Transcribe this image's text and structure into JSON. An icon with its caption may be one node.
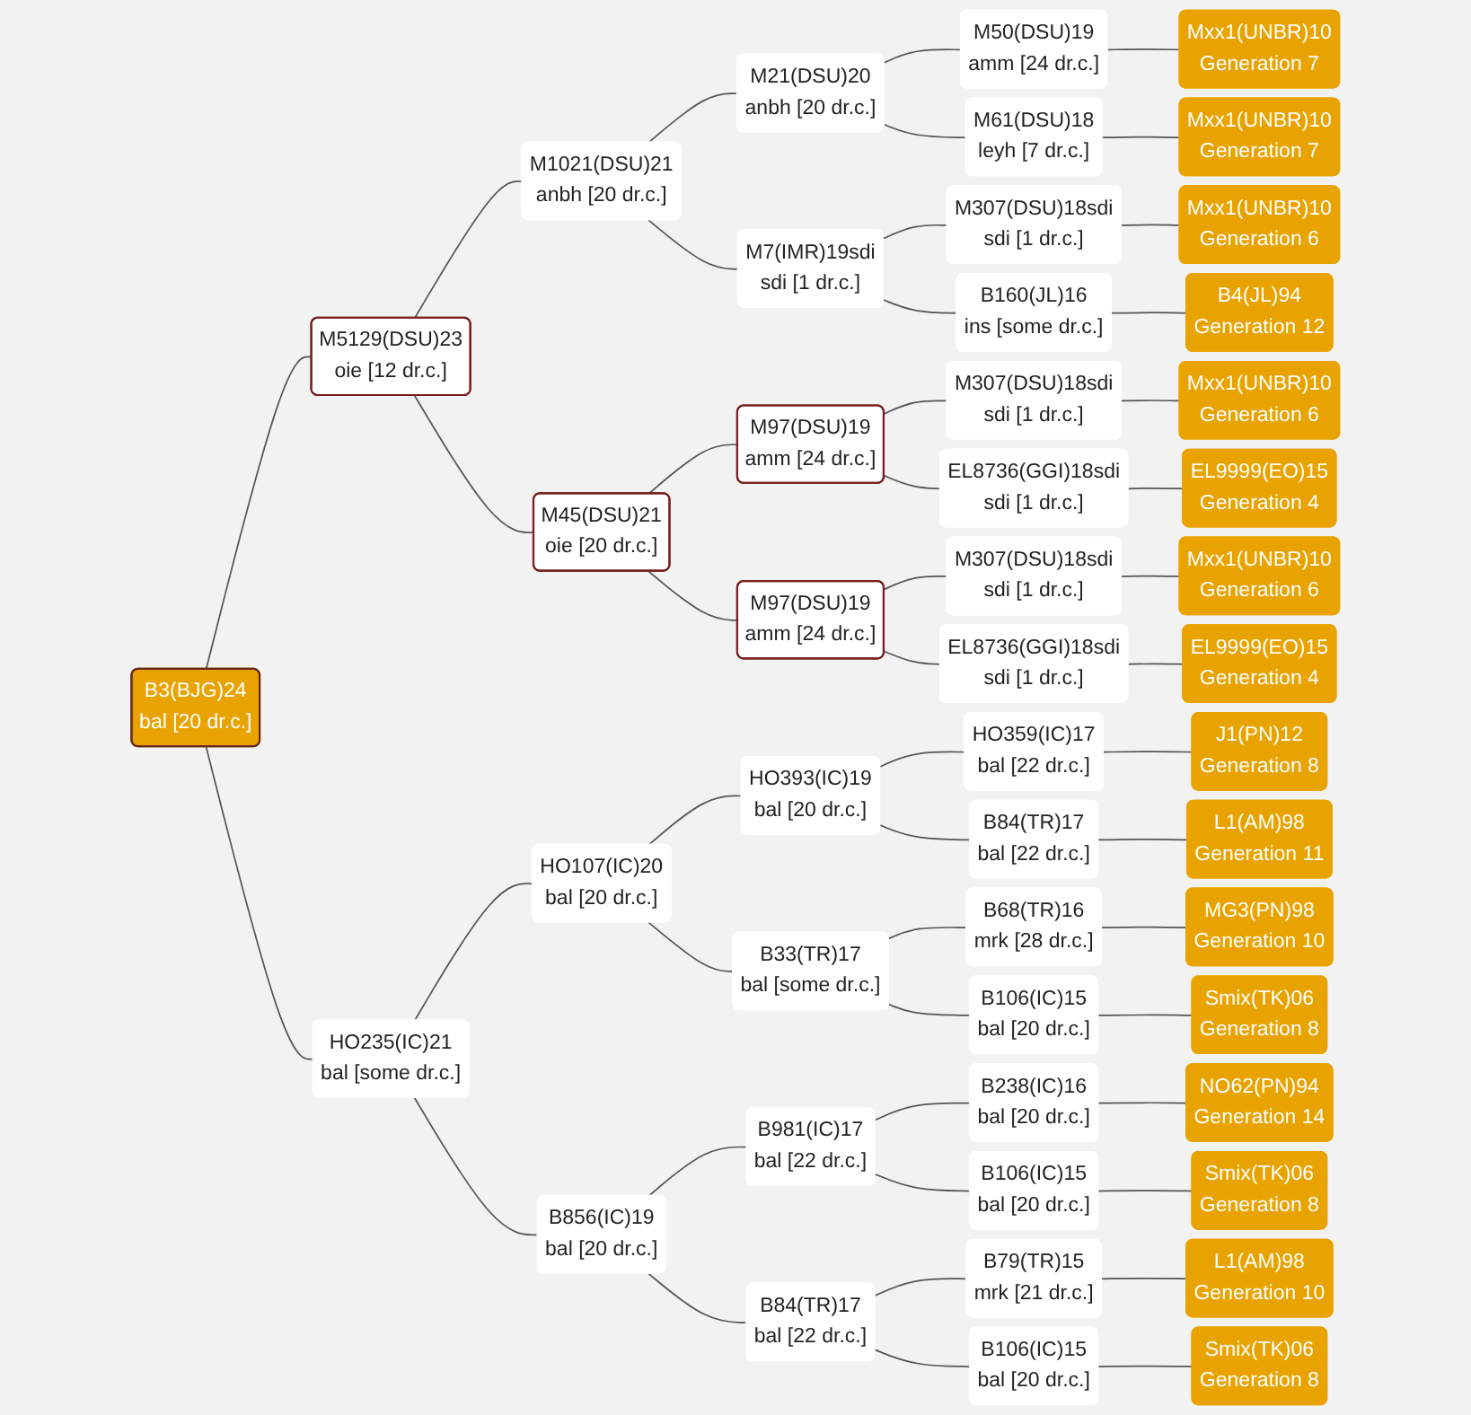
{
  "diagram": {
    "nodes": [
      {
        "text": [
          "B3(BJG)24",
          "bal [20 dr.c.]"
        ]
      },
      {
        "text": [
          "M5129(DSU)23",
          "oie [12 dr.c.]"
        ]
      },
      {
        "text": [
          "M1021(DSU)21",
          "anbh [20 dr.c.]"
        ]
      },
      {
        "text": [
          "M21(DSU)20",
          "anbh [20 dr.c.]"
        ]
      },
      {
        "text": [
          "M50(DSU)19",
          "amm [24 dr.c.]"
        ]
      },
      {
        "text": [
          "Mxx1(UNBR)10",
          "Generation 7"
        ]
      },
      {
        "text": [
          "M61(DSU)18",
          "leyh [7 dr.c.]"
        ]
      },
      {
        "text": [
          "Mxx1(UNBR)10",
          "Generation 7"
        ]
      },
      {
        "text": [
          "M7(IMR)19sdi",
          "sdi [1 dr.c.]"
        ]
      },
      {
        "text": [
          "M307(DSU)18sdi",
          "sdi [1 dr.c.]"
        ]
      },
      {
        "text": [
          "Mxx1(UNBR)10",
          "Generation 6"
        ]
      },
      {
        "text": [
          "B160(JL)16",
          "ins [some dr.c.]"
        ]
      },
      {
        "text": [
          "B4(JL)94",
          "Generation 12"
        ]
      },
      {
        "text": [
          "M45(DSU)21",
          "oie [20 dr.c.]"
        ]
      },
      {
        "text": [
          "M97(DSU)19",
          "amm [24 dr.c.]"
        ]
      },
      {
        "text": [
          "M307(DSU)18sdi",
          "sdi [1 dr.c.]"
        ]
      },
      {
        "text": [
          "Mxx1(UNBR)10",
          "Generation 6"
        ]
      },
      {
        "text": [
          "EL8736(GGI)18sdi",
          "sdi [1 dr.c.]"
        ]
      },
      {
        "text": [
          "EL9999(EO)15",
          "Generation 4"
        ]
      },
      {
        "text": [
          "M97(DSU)19",
          "amm [24 dr.c.]"
        ]
      },
      {
        "text": [
          "M307(DSU)18sdi",
          "sdi [1 dr.c.]"
        ]
      },
      {
        "text": [
          "Mxx1(UNBR)10",
          "Generation 6"
        ]
      },
      {
        "text": [
          "EL8736(GGI)18sdi",
          "sdi [1 dr.c.]"
        ]
      },
      {
        "text": [
          "EL9999(EO)15",
          "Generation 4"
        ]
      },
      {
        "text": [
          "HO235(IC)21",
          "bal [some dr.c.]"
        ]
      },
      {
        "text": [
          "HO107(IC)20",
          "bal [20 dr.c.]"
        ]
      },
      {
        "text": [
          "HO393(IC)19",
          "bal [20 dr.c.]"
        ]
      },
      {
        "text": [
          "HO359(IC)17",
          "bal [22 dr.c.]"
        ]
      },
      {
        "text": [
          "J1(PN)12",
          "Generation 8"
        ]
      },
      {
        "text": [
          "B84(TR)17",
          "bal [22 dr.c.]"
        ]
      },
      {
        "text": [
          "L1(AM)98",
          "Generation 11"
        ]
      },
      {
        "text": [
          "B33(TR)17",
          "bal [some dr.c.]"
        ]
      },
      {
        "text": [
          "B68(TR)16",
          "mrk [28 dr.c.]"
        ]
      },
      {
        "text": [
          "MG3(PN)98",
          "Generation 10"
        ]
      },
      {
        "text": [
          "B106(IC)15",
          "bal [20 dr.c.]"
        ]
      },
      {
        "text": [
          "Smix(TK)06",
          "Generation 8"
        ]
      },
      {
        "text": [
          "B856(IC)19",
          "bal [20 dr.c.]"
        ]
      },
      {
        "text": [
          "B981(IC)17",
          "bal [22 dr.c.]"
        ]
      },
      {
        "text": [
          "B238(IC)16",
          "bal [20 dr.c.]"
        ]
      },
      {
        "text": [
          "NO62(PN)94",
          "Generation 14"
        ]
      },
      {
        "text": [
          "B106(IC)15",
          "bal [20 dr.c.]"
        ]
      },
      {
        "text": [
          "Smix(TK)06",
          "Generation 8"
        ]
      },
      {
        "text": [
          "B84(TR)17",
          "bal [22 dr.c.]"
        ]
      },
      {
        "text": [
          "B79(TR)15",
          "mrk [21 dr.c.]"
        ]
      },
      {
        "text": [
          "L1(AM)98",
          "Generation 10"
        ]
      },
      {
        "text": [
          "B106(IC)15",
          "bal [20 dr.c.]"
        ]
      },
      {
        "text": [
          "Smix(TK)06",
          "Generation 8"
        ]
      }
    ],
    "edges": [
      {
        "from": 0,
        "to": 1,
        "arrow": "none"
      },
      {
        "from": 1,
        "to": 2,
        "arrow": "none"
      },
      {
        "from": 2,
        "to": 3,
        "arrow": "none"
      },
      {
        "from": 3,
        "to": 4,
        "arrow": "none"
      },
      {
        "from": 4,
        "to": 5,
        "arrow": "none"
      },
      {
        "from": 3,
        "to": 6,
        "arrow": "none"
      },
      {
        "from": 6,
        "to": 7,
        "arrow": "none"
      },
      {
        "from": 2,
        "to": 8,
        "arrow": "none"
      },
      {
        "from": 8,
        "to": 9,
        "arrow": "none"
      },
      {
        "from": 9,
        "to": 10,
        "arrow": "none"
      },
      {
        "from": 8,
        "to": 11,
        "arrow": "none"
      },
      {
        "from": 11,
        "to": 12,
        "arrow": "none"
      },
      {
        "from": 1,
        "to": 13,
        "arrow": "none"
      },
      {
        "from": 13,
        "to": 14,
        "arrow": "none"
      },
      {
        "from": 14,
        "to": 15,
        "arrow": "none"
      },
      {
        "from": 15,
        "to": 16,
        "arrow": "none"
      },
      {
        "from": 14,
        "to": 17,
        "arrow": "none"
      },
      {
        "from": 17,
        "to": 18,
        "arrow": "none"
      },
      {
        "from": 13,
        "to": 19,
        "arrow": "none"
      },
      {
        "from": 19,
        "to": 20,
        "arrow": "none"
      },
      {
        "from": 20,
        "to": 21,
        "arrow": "none"
      },
      {
        "from": 19,
        "to": 22,
        "arrow": "none"
      },
      {
        "from": 22,
        "to": 23,
        "arrow": "none"
      },
      {
        "from": 0,
        "to": 24,
        "arrow": "none"
      },
      {
        "from": 24,
        "to": 25,
        "arrow": "none"
      },
      {
        "from": 25,
        "to": 26,
        "arrow": "none"
      },
      {
        "from": 26,
        "to": 27,
        "arrow": "none"
      },
      {
        "from": 27,
        "to": 28,
        "arrow": "none"
      },
      {
        "from": 26,
        "to": 29,
        "arrow": "none"
      },
      {
        "from": 29,
        "to": 30,
        "arrow": "none"
      },
      {
        "from": 25,
        "to": 31,
        "arrow": "none"
      },
      {
        "from": 31,
        "to": 32,
        "arrow": "none"
      },
      {
        "from": 32,
        "to": 33,
        "arrow": "none"
      },
      {
        "from": 31,
        "to": 34,
        "arrow": "none"
      },
      {
        "from": 34,
        "to": 35,
        "arrow": "none"
      },
      {
        "from": 24,
        "to": 36,
        "arrow": "none"
      },
      {
        "from": 36,
        "to": 37,
        "arrow": "none"
      },
      {
        "from": 37,
        "to": 38,
        "arrow": "none"
      },
      {
        "from": 38,
        "to": 39,
        "arrow": "none"
      },
      {
        "from": 37,
        "to": 40,
        "arrow": "none"
      },
      {
        "from": 40,
        "to": 41,
        "arrow": "none"
      },
      {
        "from": 36,
        "to": 42,
        "arrow": "none"
      },
      {
        "from": 42,
        "to": 43,
        "arrow": "none"
      },
      {
        "from": 43,
        "to": 44,
        "arrow": "none"
      },
      {
        "from": 42,
        "to": 45,
        "arrow": "none"
      },
      {
        "from": 45,
        "to": 46,
        "arrow": "none"
      }
    ]
  }
}
